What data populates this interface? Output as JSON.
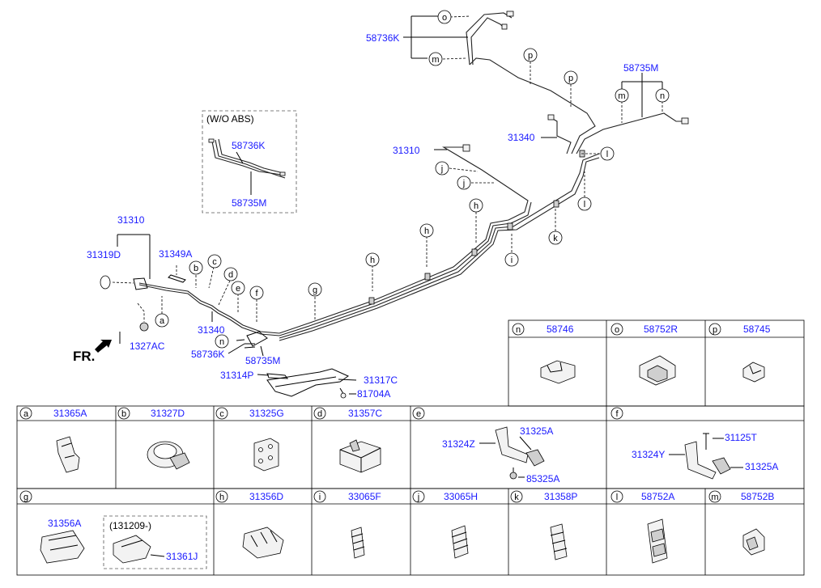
{
  "direction": "FR.",
  "wo_abs": {
    "title": "(W/O ABS)",
    "part_k": "58736K",
    "part_m": "58735M"
  },
  "parts": {
    "p31310_left": "31310",
    "p31319D": "31319D",
    "p31349A": "31349A",
    "p31340_left": "31340",
    "p1327AC": "1327AC",
    "p58736K_front": "58736K",
    "p58735M_front": "58735M",
    "p31314P": "31314P",
    "p31317C": "31317C",
    "p81704A": "81704A",
    "p31310_mid": "31310",
    "p31340_mid": "31340",
    "p58736K_rear": "58736K",
    "p58735M_rear": "58735M"
  },
  "callout_letters": {
    "a": "a",
    "b": "b",
    "c": "c",
    "d": "d",
    "e": "e",
    "f": "f",
    "g": "g",
    "h": "h",
    "i": "i",
    "j": "j",
    "k": "k",
    "l": "l",
    "m": "m",
    "n": "n",
    "o": "o",
    "p": "p"
  },
  "top_cells": [
    {
      "letter": "n",
      "part": "58746"
    },
    {
      "letter": "o",
      "part": "58752R"
    },
    {
      "letter": "p",
      "part": "58745"
    }
  ],
  "row1_cells": [
    {
      "letter": "a",
      "part": "31365A"
    },
    {
      "letter": "b",
      "part": "31327D"
    },
    {
      "letter": "c",
      "part": "31325G"
    },
    {
      "letter": "d",
      "part": "31357C"
    }
  ],
  "cell_e": {
    "letter": "e",
    "p1": "31324Z",
    "p2": "31325A",
    "p3": "85325A"
  },
  "cell_f": {
    "letter": "f",
    "p1": "31125T",
    "p2": "31324Y",
    "p3": "31325A"
  },
  "cell_g": {
    "letter": "g",
    "p1": "31356A",
    "date": "(131209-)",
    "p2": "31361J"
  },
  "row2_cells": [
    {
      "letter": "h",
      "part": "31356D"
    },
    {
      "letter": "i",
      "part": "33065F"
    },
    {
      "letter": "j",
      "part": "33065H"
    },
    {
      "letter": "k",
      "part": "31358P"
    },
    {
      "letter": "l",
      "part": "58752A"
    },
    {
      "letter": "m",
      "part": "58752B"
    }
  ]
}
